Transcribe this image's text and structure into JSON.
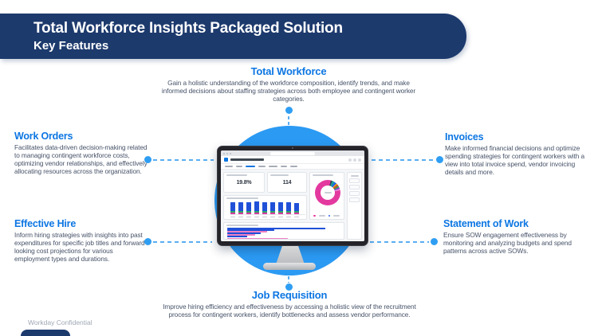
{
  "banner": {
    "title": "Total Workforce Insights Packaged Solution",
    "subtitle": "Key Features"
  },
  "features": {
    "total_workforce": {
      "title": "Total Workforce",
      "body": "Gain a holistic understanding of the workforce composition, identify trends, and make informed decisions about staffing strategies across both employee and contingent worker categories."
    },
    "work_orders": {
      "title": "Work Orders",
      "body": "Facilitates data-driven decision-making related to managing contingent workforce costs, optimizing vendor relationships, and effectively allocating resources across the organization."
    },
    "invoices": {
      "title": "Invoices",
      "body": "Make informed financial decisions and optimize spending strategies for contingent workers with a view into total invoice spend, vendor invoicing details and more."
    },
    "effective_hire": {
      "title": "Effective Hire",
      "body": "Inform hiring strategies with insights into past expenditures for specific job titles and forward-looking cost projections for various employment types and durations."
    },
    "statement_of_work": {
      "title": "Statement of Work",
      "body": "Ensure SOW engagement effectiveness by monitoring and analyzing budgets and spend patterns across active SOWs."
    },
    "job_requisition": {
      "title": "Job Requisition",
      "body": "Improve hiring efficiency and effectiveness by accessing a holistic view of the recruitment process for contingent workers, identify bottlenecks and assess vendor performance."
    }
  },
  "dashboard": {
    "metrics": [
      {
        "value": "19.8%"
      },
      {
        "value": "114"
      }
    ],
    "donut": {
      "segments": [
        {
          "color": "#3a4550",
          "value": 2
        },
        {
          "color": "#17a398",
          "value": 3
        },
        {
          "color": "#2563eb",
          "value": 3
        },
        {
          "color": "#e8a613",
          "value": 2
        },
        {
          "color": "#d13a3a",
          "value": 2
        },
        {
          "color": "#41a944",
          "value": 2
        },
        {
          "color": "#8040e0",
          "value": 2
        },
        {
          "color": "#f08fd0",
          "value": 2
        },
        {
          "color": "#e3399f",
          "value": 82
        }
      ]
    },
    "columns": {
      "values": [
        93,
        96,
        94,
        97,
        95,
        96,
        93,
        91,
        88
      ]
    },
    "hbars": [
      {
        "color": "#2050d8",
        "value": 88
      },
      {
        "color": "#2050d8",
        "value": 42
      },
      {
        "color": "#ee7fc4",
        "value": 36
      },
      {
        "color": "#2050d8",
        "value": 30
      },
      {
        "color": "#ee7fc4",
        "value": 25
      },
      {
        "color": "#2050d8",
        "value": 18
      },
      {
        "color": "#ee7fc4",
        "value": 54
      }
    ]
  },
  "footer": {
    "label": "Workday Confidential"
  },
  "colors": {
    "banner_navy": "#1d3a6d",
    "accent_blue": "#0c76e2",
    "hub_circle_blue": "#2b9af3",
    "connector_blue": "#2f9ef2",
    "donut_pink": "#e3399f",
    "bar_blue": "#2050d8",
    "body_text": "#475369"
  }
}
